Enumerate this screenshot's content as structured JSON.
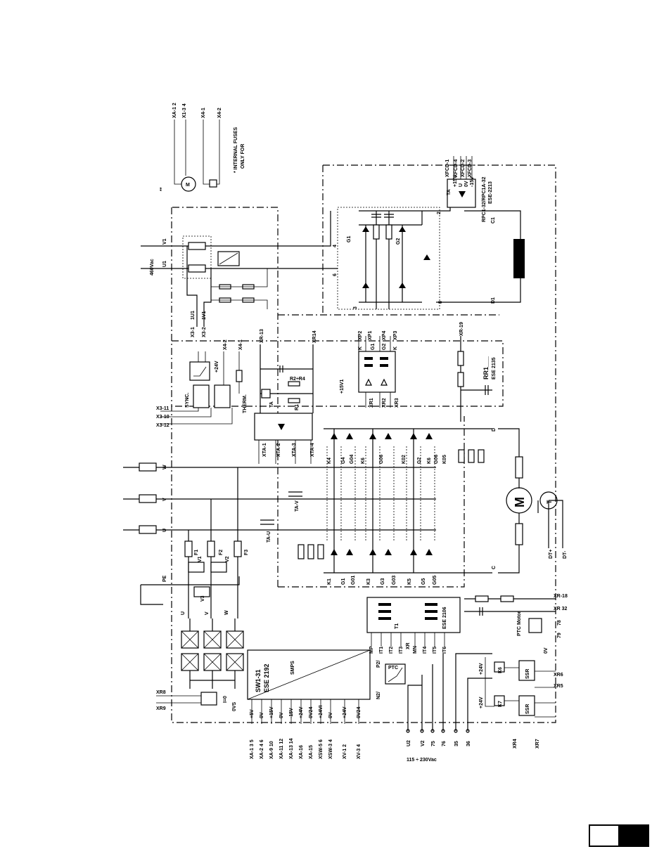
{
  "supply": {
    "main_voltage": "460Vac",
    "control_voltage": "115 ÷ 230Vac",
    "phase_u": "U",
    "phase_v": "V",
    "phase_w": "W",
    "u1": "U1",
    "v1": "V1",
    "c1": "C1",
    "d1": "D1",
    "pe": "PE",
    "c": "C",
    "d": "D"
  },
  "fuses_note": [
    "* INTERNAL FUSES",
    "ONLY FOR"
  ],
  "fuses_note_mark": "**",
  "fan_terminals": [
    "XA-1 2",
    "X1-3 4",
    "X4-1",
    "X4-2"
  ],
  "boards": {
    "field": {
      "name": "RPC1-32/RPC1A-32",
      "code": "ESE-2213",
      "outputs": [
        "XFCD-1",
        "XFCD-4",
        "XFCD-2",
        "XFCD-3"
      ],
      "rails": [
        "+15V",
        "U",
        "0V",
        "-15V"
      ],
      "ta": "TA"
    },
    "rr": {
      "name": "RR1___",
      "code": "ESE 2135"
    },
    "smps": {
      "name": "SW1-31",
      "code": "ESE 2192",
      "label": "SMPS"
    },
    "t1": {
      "name": "T1",
      "code": "ESE 2106"
    }
  },
  "field_gates": [
    "G1",
    "G2",
    "6",
    "4",
    "8",
    "3",
    "2"
  ],
  "field_terminals": [
    "XP2",
    "XP1",
    "XP4",
    "XP3"
  ],
  "field_gate_labels": [
    "K",
    "G1",
    "G2",
    "K"
  ],
  "rr_inputs": [
    "XR1",
    "XR2",
    "XR3"
  ],
  "rr_supply": "+15V1",
  "top_terminals": [
    "XR-13",
    "XR14",
    "XR-19"
  ],
  "sync": {
    "label": "SYNC.",
    "therm": "THERM.",
    "v24": "+24V",
    "terminals": [
      "X3-11",
      "X3-10",
      "X3-12"
    ],
    "right_terminals": [
      "X3-1",
      "X3-2",
      "X4-2",
      "X4-1"
    ],
    "wires": [
      "1U1",
      "1V1"
    ]
  },
  "resistors": [
    "R2÷R4",
    "R1",
    "TA"
  ],
  "ta_terminals": [
    "XTA-1",
    "XTA-2",
    "XTA-3",
    "XTA-4"
  ],
  "current_transformers": [
    "TA-U",
    "TA-V"
  ],
  "thyristor_gates_upper": [
    "K4",
    "G4",
    "G04",
    "K6",
    "G06",
    "K02",
    "G2",
    "K6",
    "G06",
    "K05"
  ],
  "thyristor_gates_lower": [
    "K1",
    "G1",
    "G01",
    "K3",
    "G3",
    "G03",
    "K5",
    "G5",
    "G05"
  ],
  "input_fuses": [
    "F1",
    "F2",
    "F3",
    "V1",
    "V2",
    "V3"
  ],
  "pulse_terminals": [
    "MP",
    "IT1",
    "IT2",
    "IT3",
    "MN",
    "IT4",
    "IT5",
    "IT6"
  ],
  "xr_label": "XR",
  "smps_outputs": [
    "+5V",
    "0V",
    "+15V",
    "0V",
    "-15V",
    "+24V",
    "0V24",
    "+24VI",
    "0V",
    "+24V",
    "0V24"
  ],
  "smps_terminals": [
    "XA-1 3 5",
    "XA-2 4 6",
    "XA-9 10",
    "XA-11 12",
    "XA-13 14",
    "XA-16",
    "XA-15",
    "XSW-5 6",
    "XSW-3 4",
    "XV-1 2",
    "XV-3 4"
  ],
  "smps_side": [
    "P2/",
    "N2/",
    "PTC"
  ],
  "control_terminals": [
    "U2",
    "V2",
    "75",
    "76",
    "35",
    "36"
  ],
  "relays": {
    "k6": "K6",
    "k7": "K7",
    "ssr": "SSR",
    "v24": "+24V",
    "xr": [
      "XR6",
      "XR5",
      "XR4",
      "XR7"
    ]
  },
  "ptc": {
    "label": "PTC Motor",
    "terminals": [
      "XR-18",
      "XR 32",
      "78",
      "79"
    ],
    "ov": "0V"
  },
  "xr8": [
    "XR8",
    "XR9"
  ],
  "ovs": "0VS",
  "ieq": "I=0",
  "motor": {
    "m": "M",
    "t": "T",
    "dt_plus": "DT+",
    "dt_minus": "DT-"
  },
  "phase_letters": [
    "U",
    "V",
    "W"
  ],
  "page_box": ""
}
